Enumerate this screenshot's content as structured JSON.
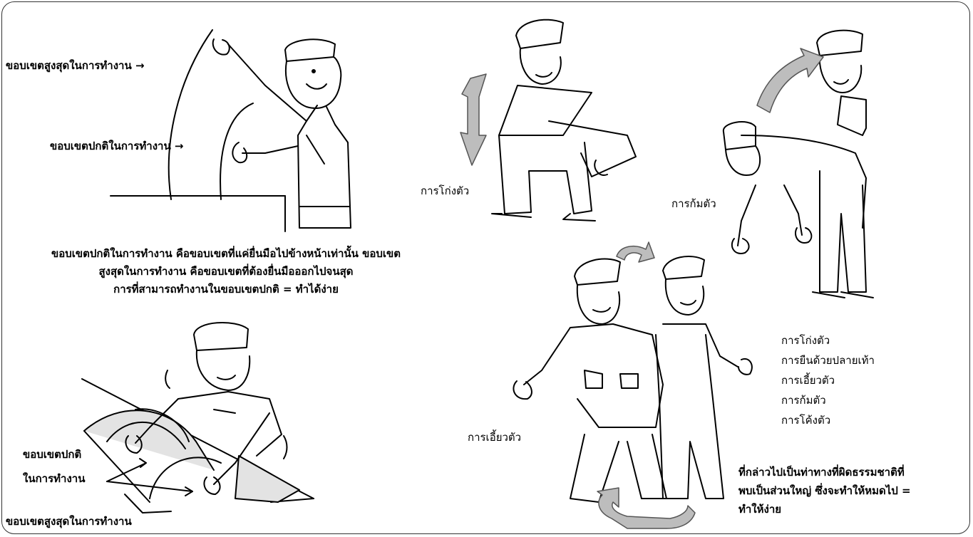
{
  "panel_reach": {
    "max_label": "ขอบเขตสูงสุดในการทำงาน  →",
    "normal_label": "ขอบเขตปกติในการทำงาน  →",
    "paragraph": [
      "ขอบเขตปกติในการทำงาน คือขอบเขตที่แค่ยื่นมือไปข้างหน้าเท่านั้น ขอบเขต",
      "สูงสุดในการทำงาน คือขอบเขตที่ต้องยื่นมือออกไปจนสุด",
      "การที่สามารถทำงานในขอบเขตปกติ = ทำได้ง่าย"
    ]
  },
  "panel_desk": {
    "normal_label_line1": "ขอบเขตปกติ",
    "normal_label_line2": "ในการทำงาน",
    "max_label": "ขอบเขตสูงสุดในการทำงาน"
  },
  "panel_postures": {
    "bend_knees_label": "การโก่งตัว",
    "stoop_label": "การก้มตัว",
    "twist_label": "การเอี้ยวตัว",
    "list": [
      "การโก่งตัว",
      "การยืนด้วยปลายเท้า",
      "การเอี้ยวตัว",
      "การก้มตัว",
      "การโค้งตัว"
    ],
    "note": [
      "ที่กล่าวไปเป็นท่าทางที่ผิดธรรมชาติที่",
      "พบเป็นส่วนใหญ่ ซึ่งจะทำให้หมดไป =",
      "ทำให้ง่าย"
    ]
  },
  "colors": {
    "arrow_gray": "#bdbdbd",
    "zone_gray": "#e3e3e3",
    "ink": "#000000"
  }
}
